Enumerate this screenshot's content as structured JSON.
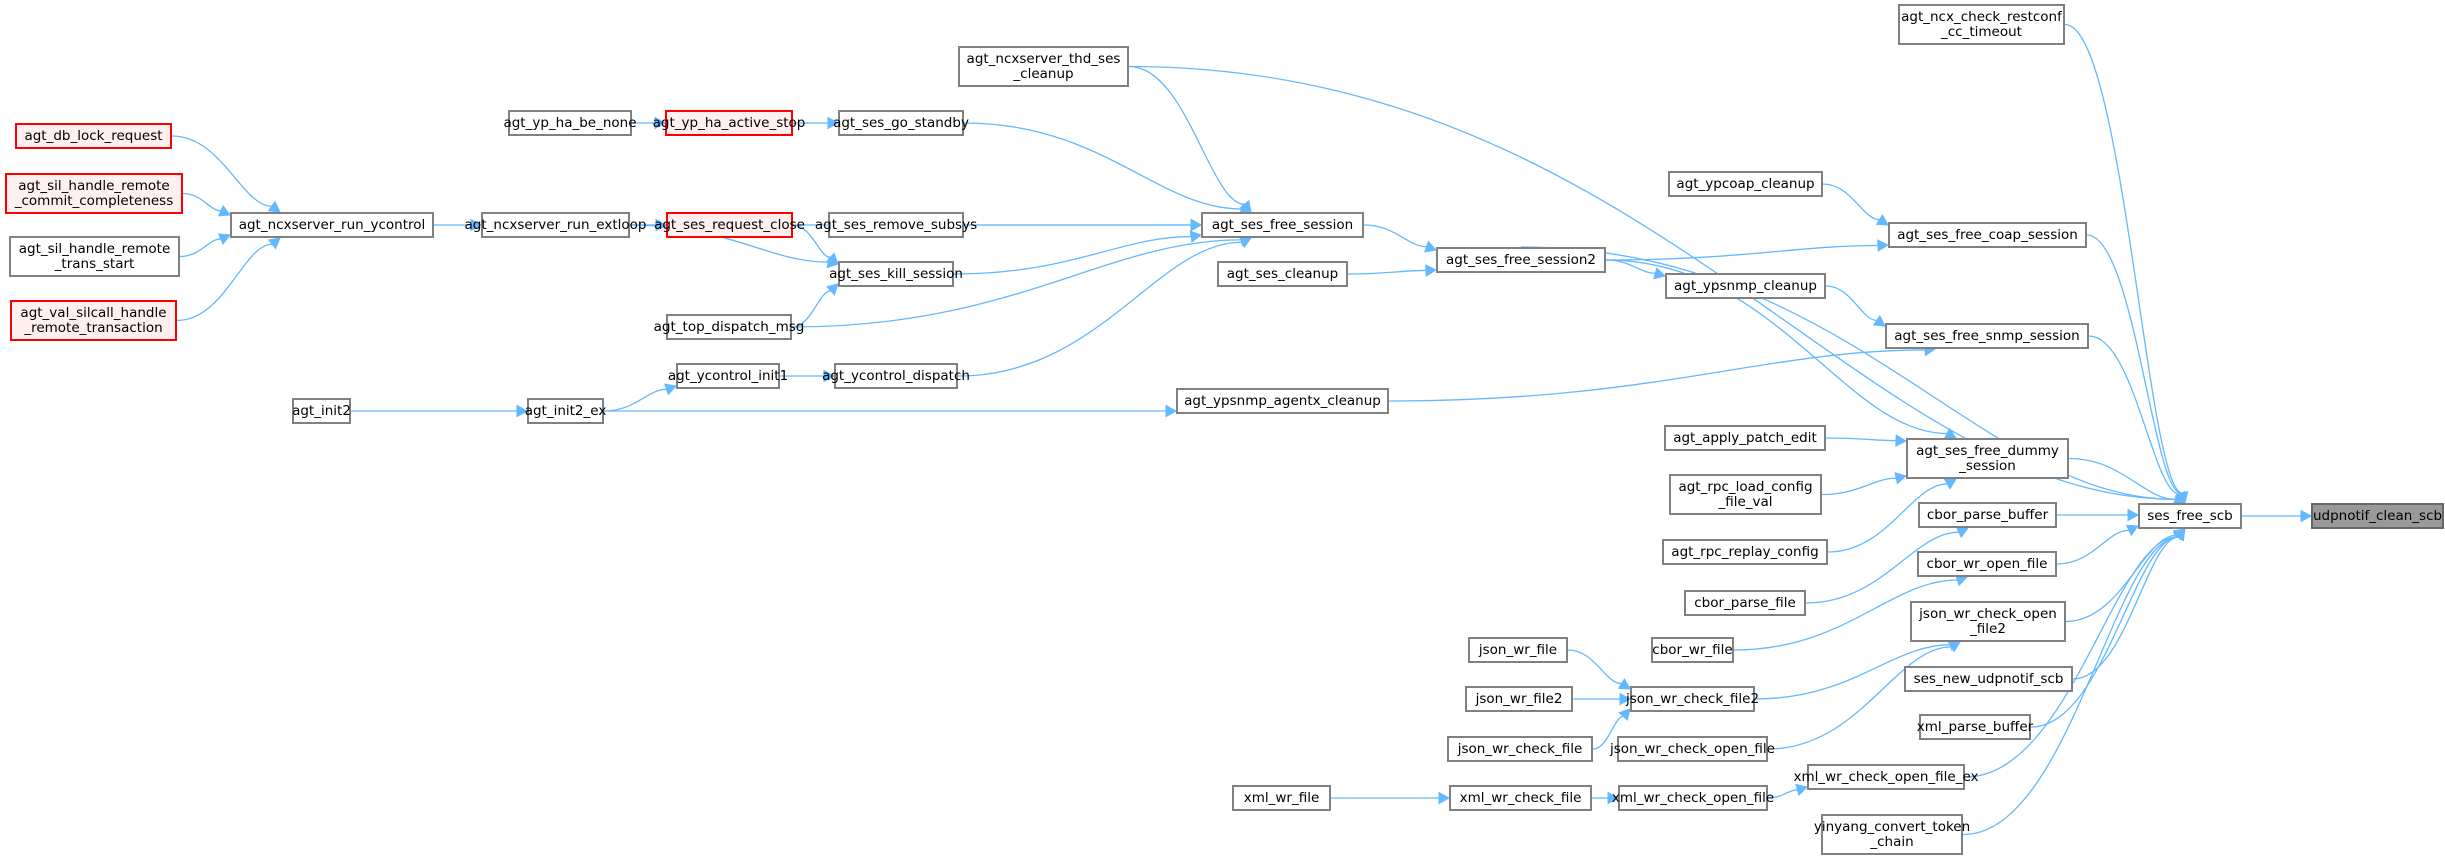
{
  "title": "udpnotif_clean_scb caller graph",
  "colors": {
    "edge": "#63b8ff",
    "node_border": "#808080",
    "node_fill": "#ffffff",
    "red_border": "#ff0000",
    "red_fill": "#fff0f0",
    "focus_fill": "#999999"
  },
  "nodes": [
    {
      "id": "udpnotif_clean_scb",
      "label": "udpnotif_clean_scb",
      "style": "focus"
    },
    {
      "id": "ses_free_scb",
      "label": "ses_free_scb",
      "style": "normal"
    },
    {
      "id": "agt_ncx_check_restconf_cc_timeout",
      "label": "agt_ncx_check_restconf\n_cc_timeout",
      "style": "normal"
    },
    {
      "id": "agt_ncxserver_thd_ses_cleanup",
      "label": "agt_ncxserver_thd_ses\n_cleanup",
      "style": "normal"
    },
    {
      "id": "agt_yp_ha_be_none",
      "label": "agt_yp_ha_be_none",
      "style": "normal"
    },
    {
      "id": "agt_yp_ha_active_stop",
      "label": "agt_yp_ha_active_stop",
      "style": "red"
    },
    {
      "id": "agt_ses_go_standby",
      "label": "agt_ses_go_standby",
      "style": "normal"
    },
    {
      "id": "agt_db_lock_request",
      "label": "agt_db_lock_request",
      "style": "red"
    },
    {
      "id": "agt_sil_handle_remote_commit_completeness",
      "label": "agt_sil_handle_remote\n_commit_completeness",
      "style": "red"
    },
    {
      "id": "agt_sil_handle_remote_trans_start",
      "label": "agt_sil_handle_remote\n_trans_start",
      "style": "normal"
    },
    {
      "id": "agt_val_silcall_handle_remote_transaction",
      "label": "agt_val_silcall_handle\n_remote_transaction",
      "style": "red"
    },
    {
      "id": "agt_ncxserver_run_ycontrol",
      "label": "agt_ncxserver_run_ycontrol",
      "style": "normal"
    },
    {
      "id": "agt_ncxserver_run_extloop",
      "label": "agt_ncxserver_run_extloop",
      "style": "normal"
    },
    {
      "id": "agt_ses_request_close",
      "label": "agt_ses_request_close",
      "style": "red"
    },
    {
      "id": "agt_ses_remove_subsys",
      "label": "agt_ses_remove_subsys",
      "style": "normal"
    },
    {
      "id": "agt_ses_kill_session",
      "label": "agt_ses_kill_session",
      "style": "normal"
    },
    {
      "id": "agt_top_dispatch_msg",
      "label": "agt_top_dispatch_msg",
      "style": "normal"
    },
    {
      "id": "agt_ses_free_session",
      "label": "agt_ses_free_session",
      "style": "normal"
    },
    {
      "id": "agt_ses_cleanup",
      "label": "agt_ses_cleanup",
      "style": "normal"
    },
    {
      "id": "agt_ses_free_session2",
      "label": "agt_ses_free_session2",
      "style": "normal"
    },
    {
      "id": "agt_init2",
      "label": "agt_init2",
      "style": "normal"
    },
    {
      "id": "agt_init2_ex",
      "label": "agt_init2_ex",
      "style": "normal"
    },
    {
      "id": "agt_ycontrol_init1",
      "label": "agt_ycontrol_init1",
      "style": "normal"
    },
    {
      "id": "agt_ycontrol_dispatch",
      "label": "agt_ycontrol_dispatch",
      "style": "normal"
    },
    {
      "id": "agt_ypsnmp_agentx_cleanup",
      "label": "agt_ypsnmp_agentx_cleanup",
      "style": "normal"
    },
    {
      "id": "agt_ypcoap_cleanup",
      "label": "agt_ypcoap_cleanup",
      "style": "normal"
    },
    {
      "id": "agt_ses_free_coap_session",
      "label": "agt_ses_free_coap_session",
      "style": "normal"
    },
    {
      "id": "agt_ypsnmp_cleanup",
      "label": "agt_ypsnmp_cleanup",
      "style": "normal"
    },
    {
      "id": "agt_ses_free_snmp_session",
      "label": "agt_ses_free_snmp_session",
      "style": "normal"
    },
    {
      "id": "agt_apply_patch_edit",
      "label": "agt_apply_patch_edit",
      "style": "normal"
    },
    {
      "id": "agt_rpc_load_config_file_val",
      "label": "agt_rpc_load_config\n_file_val",
      "style": "normal"
    },
    {
      "id": "agt_rpc_replay_config",
      "label": "agt_rpc_replay_config",
      "style": "normal"
    },
    {
      "id": "agt_ses_free_dummy_session",
      "label": "agt_ses_free_dummy\n_session",
      "style": "normal"
    },
    {
      "id": "cbor_parse_buffer",
      "label": "cbor_parse_buffer",
      "style": "normal"
    },
    {
      "id": "cbor_parse_file",
      "label": "cbor_parse_file",
      "style": "normal"
    },
    {
      "id": "cbor_wr_open_file",
      "label": "cbor_wr_open_file",
      "style": "normal"
    },
    {
      "id": "cbor_wr_file",
      "label": "cbor_wr_file",
      "style": "normal"
    },
    {
      "id": "json_wr_check_open_file2",
      "label": "json_wr_check_open\n_file2",
      "style": "normal"
    },
    {
      "id": "json_wr_file",
      "label": "json_wr_file",
      "style": "normal"
    },
    {
      "id": "json_wr_file2",
      "label": "json_wr_file2",
      "style": "normal"
    },
    {
      "id": "json_wr_check_file",
      "label": "json_wr_check_file",
      "style": "normal"
    },
    {
      "id": "json_wr_check_file2",
      "label": "json_wr_check_file2",
      "style": "normal"
    },
    {
      "id": "json_wr_check_open_file",
      "label": "json_wr_check_open_file",
      "style": "normal"
    },
    {
      "id": "ses_new_udpnotif_scb",
      "label": "ses_new_udpnotif_scb",
      "style": "normal"
    },
    {
      "id": "xml_parse_buffer",
      "label": "xml_parse_buffer",
      "style": "normal"
    },
    {
      "id": "xml_wr_file",
      "label": "xml_wr_file",
      "style": "normal"
    },
    {
      "id": "xml_wr_check_file",
      "label": "xml_wr_check_file",
      "style": "normal"
    },
    {
      "id": "xml_wr_check_open_file",
      "label": "xml_wr_check_open_file",
      "style": "normal"
    },
    {
      "id": "xml_wr_check_open_file_ex",
      "label": "xml_wr_check_open_file_ex",
      "style": "normal"
    },
    {
      "id": "yinyang_convert_token_chain",
      "label": "yinyang_convert_token\n_chain",
      "style": "normal"
    }
  ],
  "edges": [
    [
      "ses_free_scb",
      "udpnotif_clean_scb"
    ],
    [
      "agt_ncx_check_restconf_cc_timeout",
      "ses_free_scb"
    ],
    [
      "agt_ncxserver_thd_ses_cleanup",
      "ses_free_scb"
    ],
    [
      "agt_ses_free_session2",
      "ses_free_scb"
    ],
    [
      "agt_ses_free_coap_session",
      "ses_free_scb"
    ],
    [
      "agt_ses_free_snmp_session",
      "ses_free_scb"
    ],
    [
      "agt_ses_free_dummy_session",
      "ses_free_scb"
    ],
    [
      "cbor_parse_buffer",
      "ses_free_scb"
    ],
    [
      "cbor_wr_open_file",
      "ses_free_scb"
    ],
    [
      "json_wr_check_open_file2",
      "ses_free_scb"
    ],
    [
      "ses_new_udpnotif_scb",
      "ses_free_scb"
    ],
    [
      "xml_parse_buffer",
      "ses_free_scb"
    ],
    [
      "xml_wr_check_open_file_ex",
      "ses_free_scb"
    ],
    [
      "yinyang_convert_token_chain",
      "ses_free_scb"
    ],
    [
      "agt_ncxserver_thd_ses_cleanup",
      "agt_ses_free_session"
    ],
    [
      "agt_ses_go_standby",
      "agt_ses_free_session"
    ],
    [
      "agt_ncxserver_run_extloop",
      "agt_ses_free_session"
    ],
    [
      "agt_ses_remove_subsys",
      "agt_ses_free_session"
    ],
    [
      "agt_ses_kill_session",
      "agt_ses_free_session"
    ],
    [
      "agt_top_dispatch_msg",
      "agt_ses_free_session"
    ],
    [
      "agt_ycontrol_dispatch",
      "agt_ses_free_session"
    ],
    [
      "agt_yp_ha_be_none",
      "agt_yp_ha_active_stop"
    ],
    [
      "agt_yp_ha_active_stop",
      "agt_ses_go_standby"
    ],
    [
      "agt_db_lock_request",
      "agt_ncxserver_run_ycontrol"
    ],
    [
      "agt_sil_handle_remote_commit_completeness",
      "agt_ncxserver_run_ycontrol"
    ],
    [
      "agt_sil_handle_remote_trans_start",
      "agt_ncxserver_run_ycontrol"
    ],
    [
      "agt_val_silcall_handle_remote_transaction",
      "agt_ncxserver_run_ycontrol"
    ],
    [
      "agt_ncxserver_run_ycontrol",
      "agt_ncxserver_run_extloop"
    ],
    [
      "agt_ncxserver_run_extloop",
      "agt_ses_request_close"
    ],
    [
      "agt_ncxserver_run_extloop",
      "agt_ses_kill_session"
    ],
    [
      "agt_ses_request_close",
      "agt_ses_kill_session"
    ],
    [
      "agt_top_dispatch_msg",
      "agt_ses_kill_session"
    ],
    [
      "agt_ses_free_session",
      "agt_ses_free_session2"
    ],
    [
      "agt_ses_cleanup",
      "agt_ses_free_session2"
    ],
    [
      "agt_ses_free_session2",
      "agt_ses_free_coap_session"
    ],
    [
      "agt_ses_free_session2",
      "agt_ypsnmp_cleanup"
    ],
    [
      "agt_ses_free_session2",
      "agt_ses_free_dummy_session"
    ],
    [
      "agt_ypcoap_cleanup",
      "agt_ses_free_coap_session"
    ],
    [
      "agt_ypsnmp_cleanup",
      "agt_ses_free_snmp_session"
    ],
    [
      "agt_ypsnmp_agentx_cleanup",
      "agt_ses_free_snmp_session"
    ],
    [
      "agt_init2",
      "agt_init2_ex"
    ],
    [
      "agt_init2_ex",
      "agt_ycontrol_init1"
    ],
    [
      "agt_init2_ex",
      "agt_ypsnmp_agentx_cleanup"
    ],
    [
      "agt_ycontrol_init1",
      "agt_ycontrol_dispatch"
    ],
    [
      "agt_apply_patch_edit",
      "agt_ses_free_dummy_session"
    ],
    [
      "agt_rpc_load_config_file_val",
      "agt_ses_free_dummy_session"
    ],
    [
      "agt_rpc_replay_config",
      "agt_ses_free_dummy_session"
    ],
    [
      "cbor_parse_file",
      "cbor_parse_buffer"
    ],
    [
      "cbor_wr_file",
      "cbor_wr_open_file"
    ],
    [
      "json_wr_check_file2",
      "json_wr_check_open_file2"
    ],
    [
      "json_wr_check_open_file",
      "json_wr_check_open_file2"
    ],
    [
      "json_wr_file",
      "json_wr_check_file2"
    ],
    [
      "json_wr_file2",
      "json_wr_check_file2"
    ],
    [
      "json_wr_check_file",
      "json_wr_check_file2"
    ],
    [
      "xml_wr_file",
      "xml_wr_check_file"
    ],
    [
      "xml_wr_check_file",
      "xml_wr_check_open_file"
    ],
    [
      "xml_wr_check_open_file",
      "xml_wr_check_open_file_ex"
    ]
  ]
}
